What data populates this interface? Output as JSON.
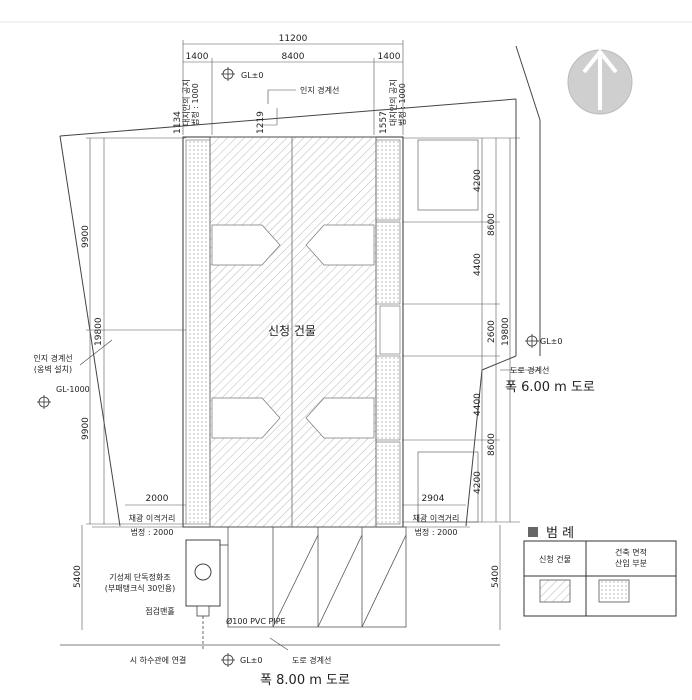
{
  "dimensions": {
    "total_width": "11200",
    "left_setback": "1400",
    "center_width": "8400",
    "right_setback": "1400",
    "left_offset_1134": "1134",
    "left_offset_1219": "1219",
    "right_offset_1557": "1557",
    "left_9900_top": "9900",
    "left_19800": "19800",
    "left_9900_bottom": "9900",
    "right_4200_top": "4200",
    "right_8600_top": "8600",
    "right_4400_top": "4400",
    "right_2600": "2600",
    "right_19800": "19800",
    "right_4400_bottom": "4400",
    "right_8600_bottom": "8600",
    "right_4200_bottom": "4200",
    "bottom_left_2000": "2000",
    "bottom_right_2904": "2904",
    "bottom_5400_left": "5400",
    "bottom_5400_right": "5400"
  },
  "labels": {
    "gl_top": "GL±0",
    "adjacent_boundary_top": "인지 경계선",
    "setback_left_a": "대지안의 공지",
    "setback_left_b": "법정 : 1000",
    "setback_right_a": "대지안의 공지",
    "setback_right_b": "법정 : 1000",
    "building": "신청 건물",
    "adjacent_boundary_left_a": "인지 경계선",
    "adjacent_boundary_left_b": "(옹벽 설치)",
    "gl_left": "GL-1000",
    "gl_right": "GL±0",
    "road_boundary_right": "도로 경계선",
    "road_right": "폭 6.00 m 도로",
    "daylight_left_a": "채광 이격거리",
    "daylight_left_b": "법정 : 2000",
    "daylight_right_a": "채광 이격거리",
    "daylight_right_b": "법정 : 2000",
    "septic_a": "기성제 단독정화조",
    "septic_b": "(부패탱크식 30인용)",
    "inspection": "점검맨홀",
    "pipe": "Ø100 PVC PIPE",
    "sewer": "시 하수관에 연결",
    "gl_bottom": "GL±0",
    "road_boundary_bottom": "도로 경계선",
    "road_bottom": "폭 8.00 m 도로"
  },
  "legend": {
    "title": "범 례",
    "col1": "신청 건물",
    "col2_a": "건축 면적",
    "col2_b": "산입 부분"
  },
  "icons": {
    "north": "north-arrow-icon",
    "level": "level-marker-icon"
  }
}
